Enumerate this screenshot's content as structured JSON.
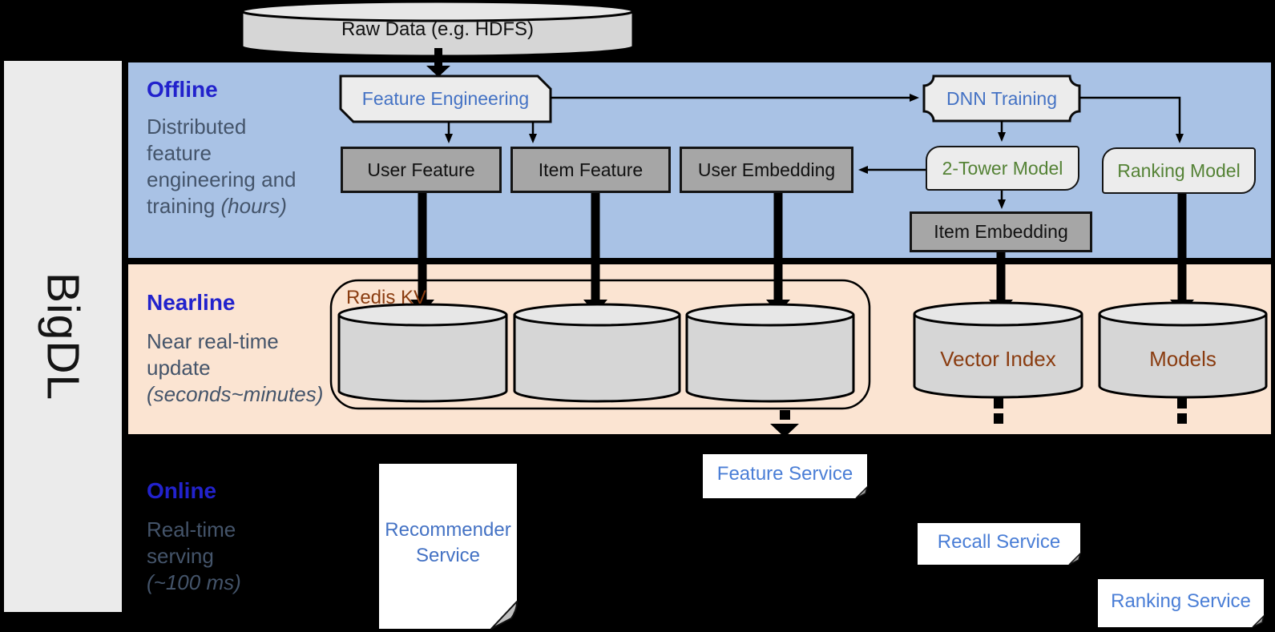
{
  "sidebar": {
    "label": "BigDL"
  },
  "lanes": {
    "offline": {
      "title": "Offline",
      "desc_lines": [
        "Distributed",
        "feature",
        "engineering and"
      ],
      "desc_tail_plain": "training ",
      "desc_tail_italic": "(hours)"
    },
    "nearline": {
      "title": "Nearline",
      "desc_lines": [
        "Near real-time",
        "update"
      ],
      "desc_tail_plain": "",
      "desc_tail_italic": "(seconds~minutes)"
    },
    "online": {
      "title": "Online",
      "desc_lines": [
        "Real-time",
        "serving"
      ],
      "desc_tail_plain": "",
      "desc_tail_italic": "(~100 ms)"
    }
  },
  "nodes": {
    "raw_data": "Raw Data (e.g. HDFS)",
    "feature_engineering": "Feature Engineering",
    "dnn_training": "DNN Training",
    "user_feature": "User Feature",
    "item_feature": "Item Feature",
    "user_embedding": "User Embedding",
    "two_tower_model": "2-Tower Model",
    "ranking_model": "Ranking Model",
    "item_embedding": "Item Embedding",
    "redis_kv": "Redis KV",
    "vector_index": "Vector Index",
    "models": "Models",
    "feature_service": "Feature Service",
    "recommender_service": {
      "line1": "Recommender",
      "line2": "Service"
    },
    "recall_service": "Recall Service",
    "ranking_service": "Ranking Service"
  },
  "colors": {
    "offline_band": "#a9c2e5",
    "nearline_band": "#fbe4d2",
    "sidebar_bg": "#ebebeb",
    "lane_title_blue": "#2222cc",
    "desc_gray_blue": "#44546a",
    "box_label_blue": "#4472c4",
    "service_label_blue": "#4a7ed6",
    "model_label_green": "#548235",
    "storage_label_brown": "#8a3c10",
    "dark_box_fill": "#a6a6a6",
    "light_box_fill": "#ececec",
    "cylinder_fill": "#d6d6d6"
  }
}
